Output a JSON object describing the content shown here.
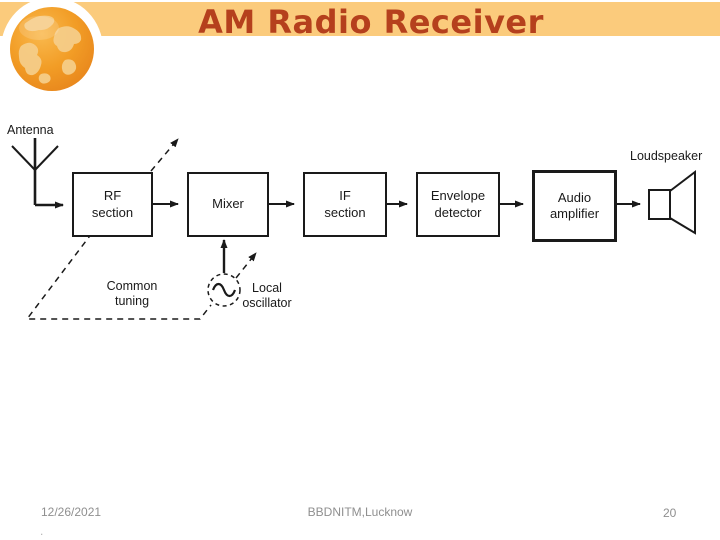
{
  "header": {
    "title": "AM Radio Receiver"
  },
  "diagram": {
    "antenna_label": "Antenna",
    "loudspeaker_label": "Loudspeaker",
    "blocks": [
      {
        "name": "rf-section",
        "line1": "RF",
        "line2": "section"
      },
      {
        "name": "mixer",
        "line1": "Mixer",
        "line2": ""
      },
      {
        "name": "if-section",
        "line1": "IF",
        "line2": "section"
      },
      {
        "name": "envelope-detector",
        "line1": "Envelope",
        "line2": "detector"
      },
      {
        "name": "audio-amplifier",
        "line1": "Audio",
        "line2": "amplifier"
      }
    ],
    "oscillator": {
      "line1": "Local",
      "line2": "oscillator"
    },
    "tuning": {
      "line1": "Common",
      "line2": "tuning"
    }
  },
  "footer": {
    "date": "12/26/2021",
    "center": "BBDNITM,Lucknow",
    "page": "20",
    "artifact": "."
  },
  "colors": {
    "banner": "#fbcb7c",
    "title": "#b5401d",
    "diagram_line": "#1a1a1a",
    "footer_text": "#8f8f8f",
    "globe_base": "#f29d26",
    "globe_land": "#f6cd88"
  }
}
